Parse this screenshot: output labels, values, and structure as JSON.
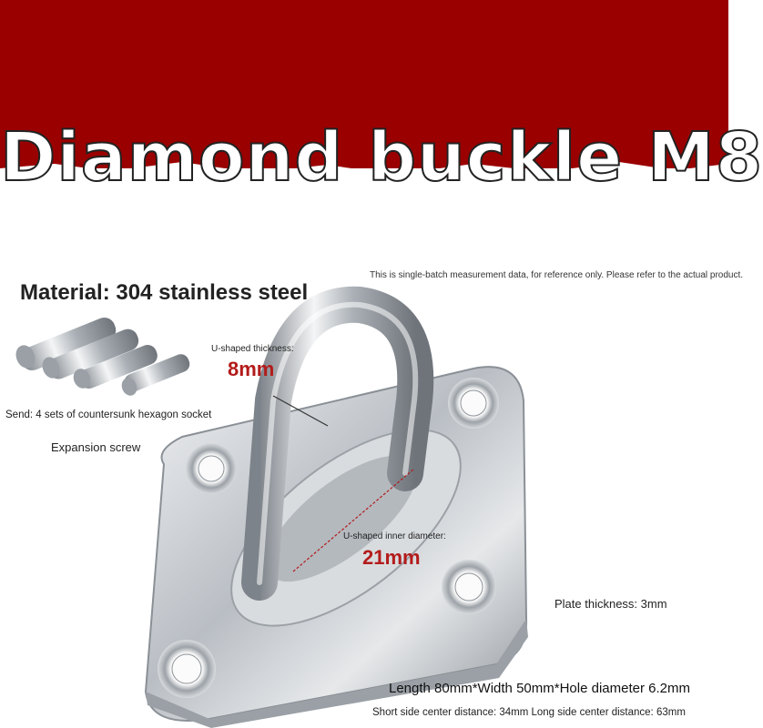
{
  "banner": {
    "title": "Diamond buckle M8",
    "color": "#9a0000"
  },
  "note": "This is single-batch measurement data, for reference only. Please refer to the actual product.",
  "material": "Material: 304 stainless steel",
  "accessory": {
    "send": "Send: 4 sets of countersunk hexagon socket",
    "name": "Expansion screw"
  },
  "u_thickness": {
    "label": "U-shaped thickness:",
    "value": "8mm"
  },
  "u_inner": {
    "label": "U-shaped inner diameter:",
    "value": "21mm"
  },
  "plate_thickness": "Plate thickness: 3mm",
  "dimensions": "Length 80mm*Width 50mm*Hole diameter 6.2mm",
  "center_distances": "Short side center distance: 34mm Long side center distance: 63mm",
  "colors": {
    "measure_red": "#b31b1b",
    "steel": "#c8ccd0"
  }
}
